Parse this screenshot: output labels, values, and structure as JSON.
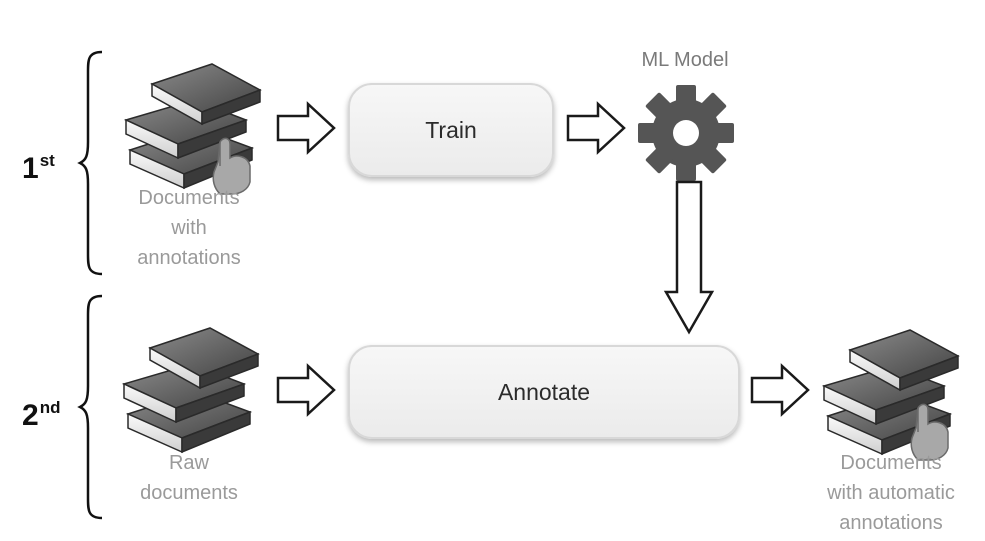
{
  "stages": [
    {
      "label_main": "1",
      "label_sup": "st",
      "input_caption": "Documents\nwith\nannotations",
      "process_label": "Train"
    },
    {
      "label_main": "2",
      "label_sup": "nd",
      "input_caption": "Raw\ndocuments",
      "process_label": "Annotate",
      "output_caption": "Documents\nwith automatic\nannotations"
    }
  ],
  "model": {
    "label": "ML Model",
    "icon": "gear-icon"
  },
  "icons": {
    "books": "books-icon",
    "hand": "pointing-hand-icon",
    "arrow": "hollow-arrow-icon",
    "brace": "left-brace-icon"
  },
  "colors": {
    "caption": "#9a9a9a",
    "gear": "#555555",
    "box_fill": "#f0f0f0",
    "arrow_stroke": "#1a1a1a"
  }
}
